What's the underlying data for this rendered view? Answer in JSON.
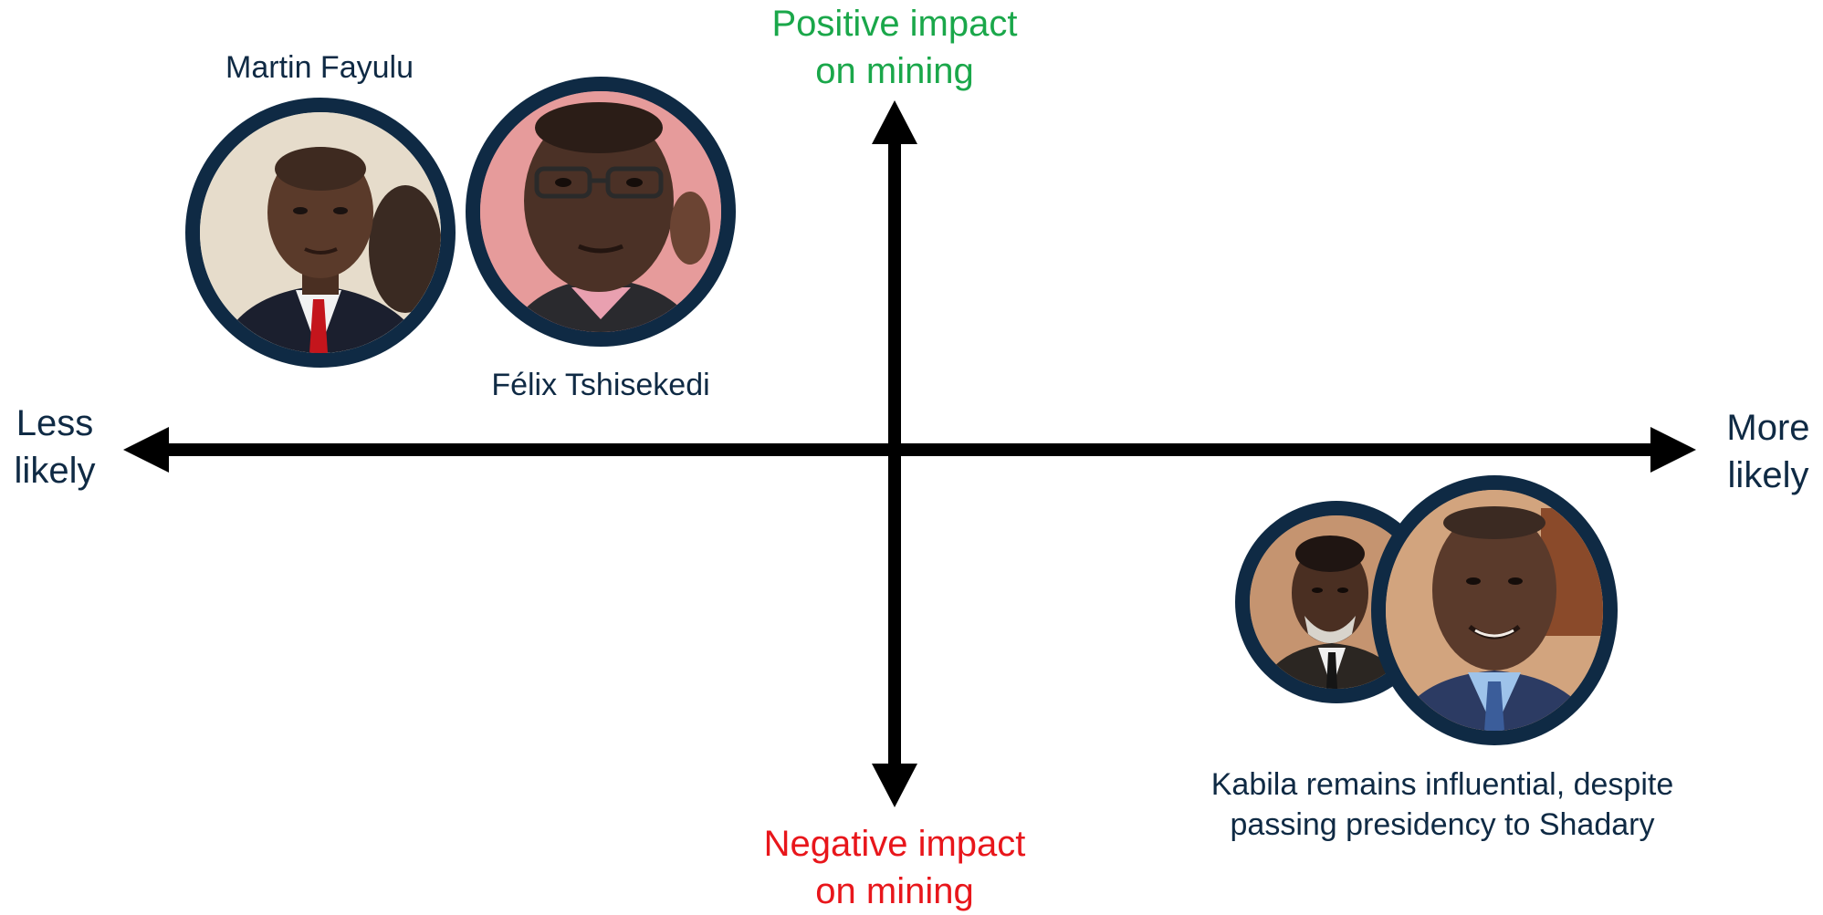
{
  "axes": {
    "top": {
      "line1": "Positive impact",
      "line2": "on mining",
      "color": "#1aa74a"
    },
    "bottom": {
      "line1": "Negative impact",
      "line2": "on mining",
      "color": "#e8161b"
    },
    "left": {
      "line1": "Less",
      "line2": "likely",
      "color": "#0f2a44"
    },
    "right": {
      "line1": "More",
      "line2": "likely",
      "color": "#0f2a44"
    }
  },
  "people": {
    "fayulu": {
      "name": "Martin Fayulu"
    },
    "tshisekedi": {
      "name": "Félix Tshisekedi"
    },
    "kabila_shadary": {
      "line1": "Kabila remains influential, despite",
      "line2": "passing presidency to Shadary"
    }
  },
  "colors": {
    "axis": "#000000",
    "frame": "#0f2a44",
    "text": "#0f2a44"
  }
}
